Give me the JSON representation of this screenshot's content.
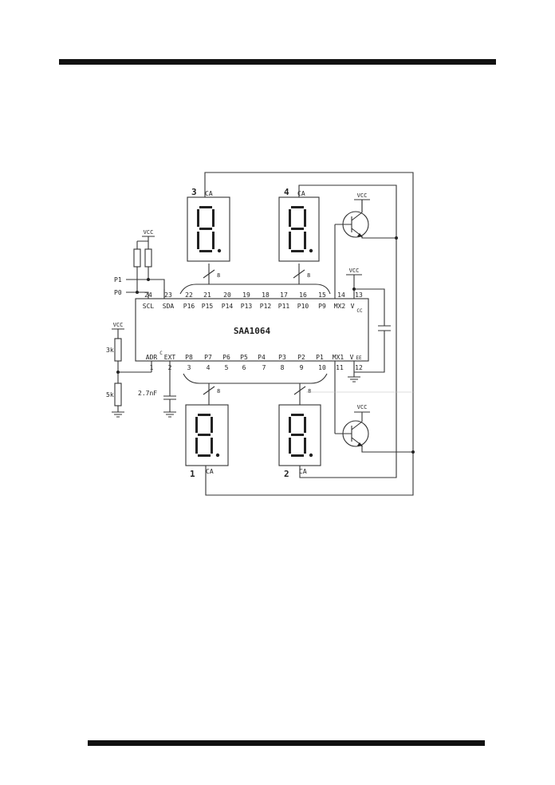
{
  "chip": {
    "name": "SAA1064",
    "top_pin_numbers": [
      "24",
      "23",
      "22",
      "21",
      "20",
      "19",
      "18",
      "17",
      "16",
      "15",
      "14",
      "13"
    ],
    "top_pin_labels": [
      "SCL",
      "SDA",
      "P16",
      "P15",
      "P14",
      "P13",
      "P12",
      "P11",
      "P10",
      "P9",
      "MX2",
      "V"
    ],
    "top_vcc_sub": "CC",
    "bottom_pin_numbers": [
      "1",
      "2",
      "3",
      "4",
      "5",
      "6",
      "7",
      "8",
      "9",
      "10",
      "11",
      "12"
    ],
    "bottom_pin_labels": [
      "ADR",
      "EXT",
      "P8",
      "P7",
      "P6",
      "P5",
      "P4",
      "P3",
      "P2",
      "P1",
      "MX1",
      "V"
    ],
    "bottom_c_label": "C",
    "bottom_vee_sub": "EE"
  },
  "displays": [
    {
      "number": "3",
      "ca": "CA"
    },
    {
      "number": "4",
      "ca": "CA"
    },
    {
      "number": "1",
      "ca": "CA"
    },
    {
      "number": "2",
      "ca": "CA"
    }
  ],
  "bus_width": "8",
  "labels": {
    "vcc": "VCC",
    "p1": "P1",
    "p0": "P0",
    "r_top": "3k",
    "r_bottom": "5k",
    "cap": "2.7nF"
  }
}
